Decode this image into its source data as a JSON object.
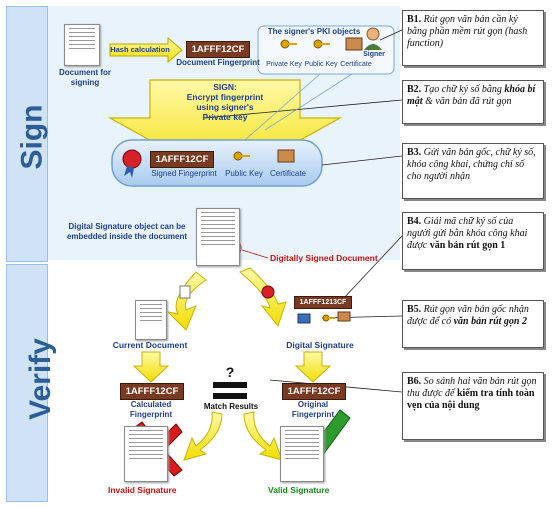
{
  "bands": {
    "sign": "Sign",
    "verify": "Verify"
  },
  "sign": {
    "document_label": "Document for signing",
    "hash_button": "Hash calculation",
    "hash_value": "1AFFF12CF",
    "doc_fingerprint_label": "Document Fingerprint",
    "pki_title": "The signer's PKI objects",
    "signer_label": "Signer",
    "private_key": "Private Key",
    "public_key": "Public Key",
    "certificate": "Certificate",
    "encrypt_text": "SIGN:\nEncrypt fingerprint\nusing signer's\nPrivate key",
    "signed_fp_value": "1AFFF12CF",
    "signed_fp_label": "Signed Fingerprint",
    "public_key_2": "Public Key",
    "certificate_2": "Certificate",
    "embed_text": "Digital Signature object can be embedded inside the document",
    "signed_doc_label": "Digitally Signed Document"
  },
  "verify": {
    "current_doc": "Current Document",
    "digital_signature": "Digital Signature",
    "ds_value": "1AFFF1213CF",
    "calc_value": "1AFFF12CF",
    "calc_label": "Calculated Fingerprint",
    "orig_value": "1AFFF12CF",
    "orig_label": "Original Fingerprint",
    "match_label": "Match Results",
    "q_mark": "?",
    "invalid": "Invalid Signature",
    "valid": "Valid Signature"
  },
  "notes": {
    "b1_head": "B1.",
    "b1_text": "Rút gọn văn bản cần ký bằng phần mềm rút gọn (hash function)",
    "b2_head": "B2.",
    "b2_pre": "Tạo chữ ký số bằng",
    "b2_bold": "khóa bí mật",
    "b2_post": "& văn bản đã rút gọn",
    "b3_head": "B3.",
    "b3_text": "Gửi văn bản gốc, chữ ký số, khóa công khai, chứng chỉ số cho người nhận",
    "b4_head": "B4.",
    "b4_pre": "Giải mã chữ ký số của người gửi bằn khóa công khai được",
    "b4_bold": "văn bản rút gọn 1",
    "b5_head": "B5.",
    "b5_pre": "Rút gọn văn bản gốc nhận được để có",
    "b5_bold": "văn bản rút gọn 2",
    "b6_head": "B6.",
    "b6_pre": "So sánh hai văn bản rút gọn thu được để",
    "b6_bold": "kiểm tra tính toàn vẹn của nội dung"
  }
}
